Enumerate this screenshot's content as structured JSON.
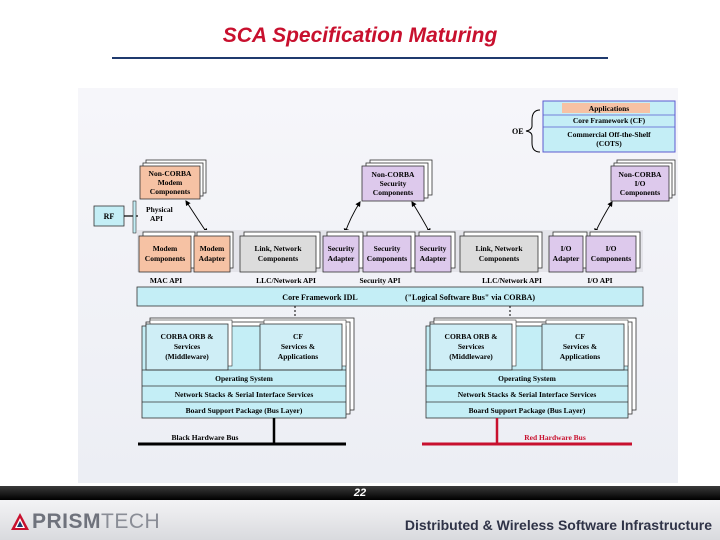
{
  "title": "SCA Specification Maturing",
  "page_number": "22",
  "footer": {
    "logo_text_a": "PRISM",
    "logo_text_b": "TECH",
    "tagline": "Distributed & Wireless Software Infrastructure"
  },
  "colors": {
    "title": "#c8102e",
    "salmon": "#f6c2a4",
    "lavender": "#ddc9ec",
    "gray": "#dcdcdc",
    "blue": "#c4eef6",
    "corba_blue": "#cfeef6",
    "black_bus": "#000000",
    "red_bus": "#c8102e"
  },
  "diagram": {
    "oe": {
      "label": "OE",
      "applications": "Applications",
      "core_framework": "Core Framework (CF)",
      "cots_line1": "Commercial Off-the-Shelf",
      "cots_line2": "(COTS)"
    },
    "rf": "RF",
    "physical_api_line1": "Physical",
    "physical_api_line2": "API",
    "non_corba_modem": [
      "Non-CORBA",
      "Modem",
      "Components"
    ],
    "non_corba_security": [
      "Non-CORBA",
      "Security",
      "Components"
    ],
    "non_corba_io": [
      "Non-CORBA",
      "I/O",
      "Components"
    ],
    "modem_components": [
      "Modem",
      "Components"
    ],
    "modem_adapter": [
      "Modem",
      "Adapter"
    ],
    "link_network_left": [
      "Link, Network",
      "Components"
    ],
    "security_adapter_left": [
      "Security",
      "Adapter"
    ],
    "security_components": [
      "Security",
      "Components"
    ],
    "security_adapter_right": [
      "Security",
      "Adapter"
    ],
    "link_network_right": [
      "Link, Network",
      "Components"
    ],
    "io_adapter": [
      "I/O",
      "Adapter"
    ],
    "io_components": [
      "I/O",
      "Components"
    ],
    "apis": {
      "mac": "MAC API",
      "llc_left": "LLC/Network API",
      "security": "Security API",
      "llc_right": "LLC/Network API",
      "io": "I/O API"
    },
    "core_framework_idl": "Core Framework IDL",
    "logical_bus": "(\"Logical Software Bus\" via CORBA)",
    "black_stack": {
      "orb": [
        "CORBA ORB &",
        "Services",
        "(Middleware)"
      ],
      "cf": [
        "CF",
        "Services &",
        "Applications"
      ],
      "os": "Operating System",
      "network": "Network Stacks & Serial Interface Services",
      "bsp": "Board Support Package (Bus Layer)",
      "bus": "Black Hardware Bus"
    },
    "red_stack": {
      "orb": [
        "CORBA ORB &",
        "Services",
        "(Middleware)"
      ],
      "cf": [
        "CF",
        "Services &",
        "Applications"
      ],
      "os": "Operating System",
      "network": "Network Stacks & Serial Interface Services",
      "bsp": "Board Support Package (Bus Layer)",
      "bus": "Red Hardware Bus"
    }
  }
}
